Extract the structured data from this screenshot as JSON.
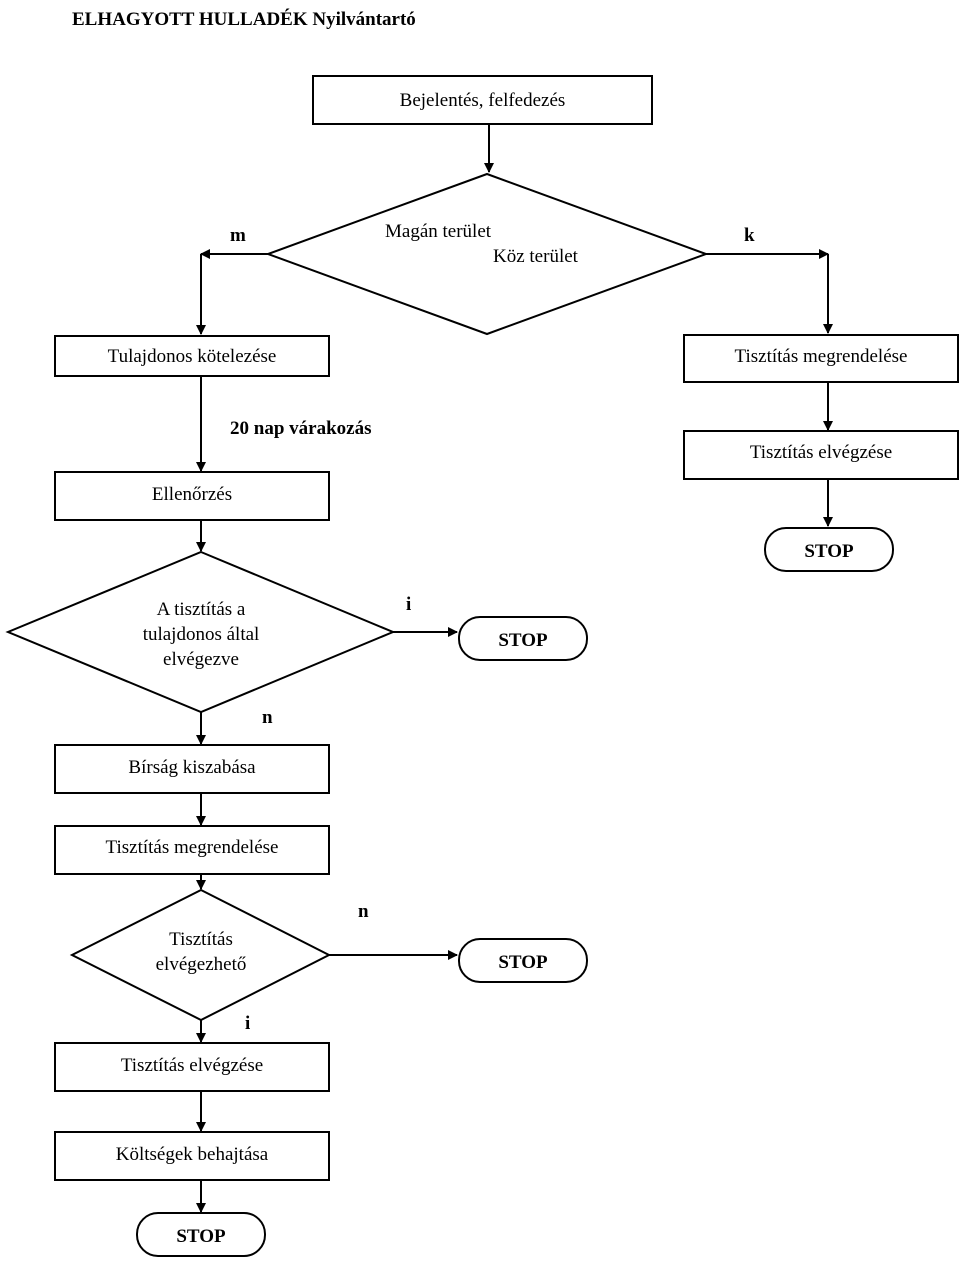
{
  "header": {
    "title": "ELHAGYOTT HULLADÉK Nyilvántartó"
  },
  "flow": {
    "report": "Bejelentés, felfedezés",
    "area_decision": {
      "line1": "Magán terület",
      "line2": "Köz terület"
    },
    "branch_private": "m",
    "branch_public": "k",
    "owner_obligation": "Tulajdonos kötelezése",
    "wait": "20 nap várakozás",
    "check": "Ellenőrzés",
    "owner_cleaned_decision": {
      "line1": "A tisztítás a",
      "line2": "tulajdonos által",
      "line3": "elvégezve"
    },
    "yes_1": "i",
    "stop_1": "STOP",
    "no_1": "n",
    "fine": "Bírság kiszabása",
    "order_cleaning_left": "Tisztítás megrendelése",
    "feasible_decision": {
      "line1": "Tisztítás",
      "line2": "elvégezhető"
    },
    "no_2": "n",
    "stop_2": "STOP",
    "yes_2": "i",
    "cleaning_done_left": "Tisztítás elvégzése",
    "cost_recovery": "Költségek behajtása",
    "stop_3": "STOP",
    "order_cleaning_right": "Tisztítás megrendelése",
    "cleaning_done_right": "Tisztítás elvégzése",
    "stop_right": "STOP"
  }
}
